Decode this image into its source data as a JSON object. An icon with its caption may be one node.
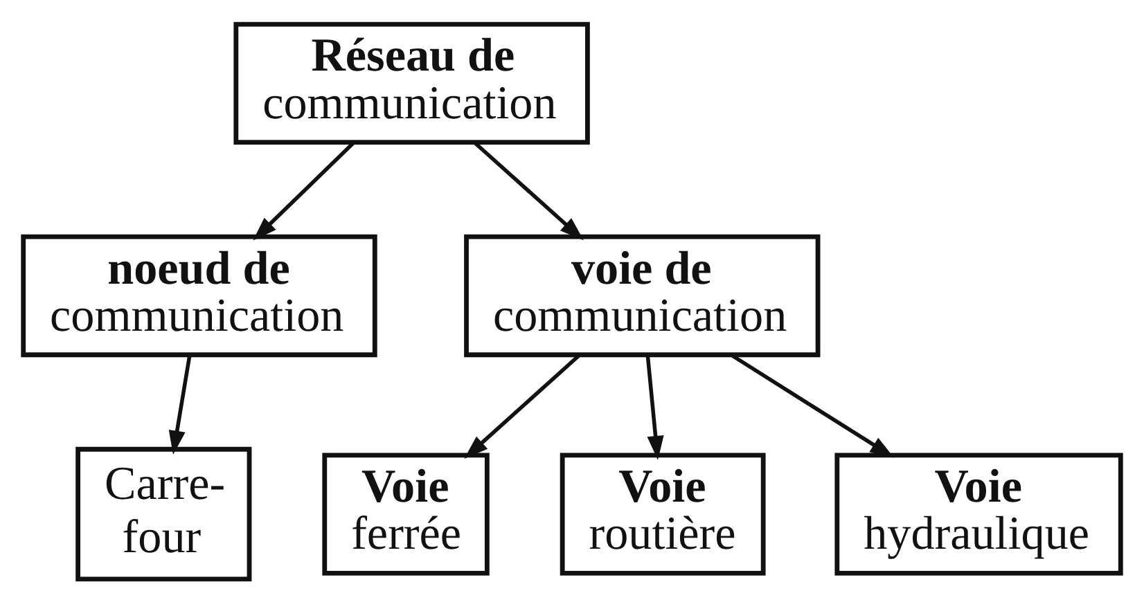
{
  "diagram": {
    "nodes": [
      {
        "text": [
          "Réseau de",
          "communication"
        ]
      },
      {
        "text": [
          "noeud de",
          "communication"
        ]
      },
      {
        "text": [
          "voie de",
          "communication"
        ]
      },
      {
        "text": [
          "Carre- four"
        ]
      },
      {
        "text": [
          "Voie",
          "ferrée"
        ]
      },
      {
        "text": [
          "Voie",
          "routière"
        ]
      },
      {
        "text": [
          "Voie",
          "hydraulique"
        ]
      }
    ],
    "edges": [
      {
        "from": 0,
        "to": 1,
        "arrow": "to"
      },
      {
        "from": 0,
        "to": 2,
        "arrow": "to"
      },
      {
        "from": 1,
        "to": 3,
        "arrow": "to"
      },
      {
        "from": 2,
        "to": 4,
        "arrow": "to"
      },
      {
        "from": 2,
        "to": 5,
        "arrow": "to"
      },
      {
        "from": 2,
        "to": 6,
        "arrow": "to"
      }
    ]
  }
}
